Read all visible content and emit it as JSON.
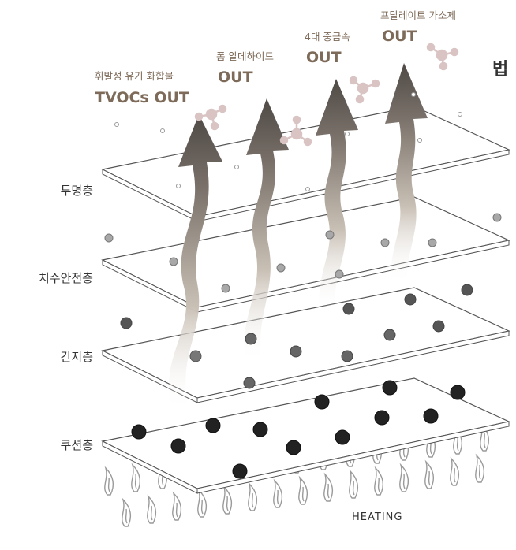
{
  "corner_glyph": "법",
  "layers": [
    {
      "label": "투명층"
    },
    {
      "label": "치수안전층"
    },
    {
      "label": "간지층"
    },
    {
      "label": "쿠션층"
    }
  ],
  "emissions": [
    {
      "name": "휘발성 유기 화합물",
      "status": "TVOCs OUT"
    },
    {
      "name": "폼 알데하이드",
      "status": "OUT"
    },
    {
      "name": "4대 중금속",
      "status": "OUT"
    },
    {
      "name": "프탈레이트 가소제",
      "status": "OUT"
    }
  ],
  "heating_label": "HEATING",
  "colors": {
    "arrow_dark": "#4f4a45",
    "arrow_light": "#c9c0b5",
    "text_brown": "#7d6a58",
    "molecule": "#d9c3c3"
  }
}
